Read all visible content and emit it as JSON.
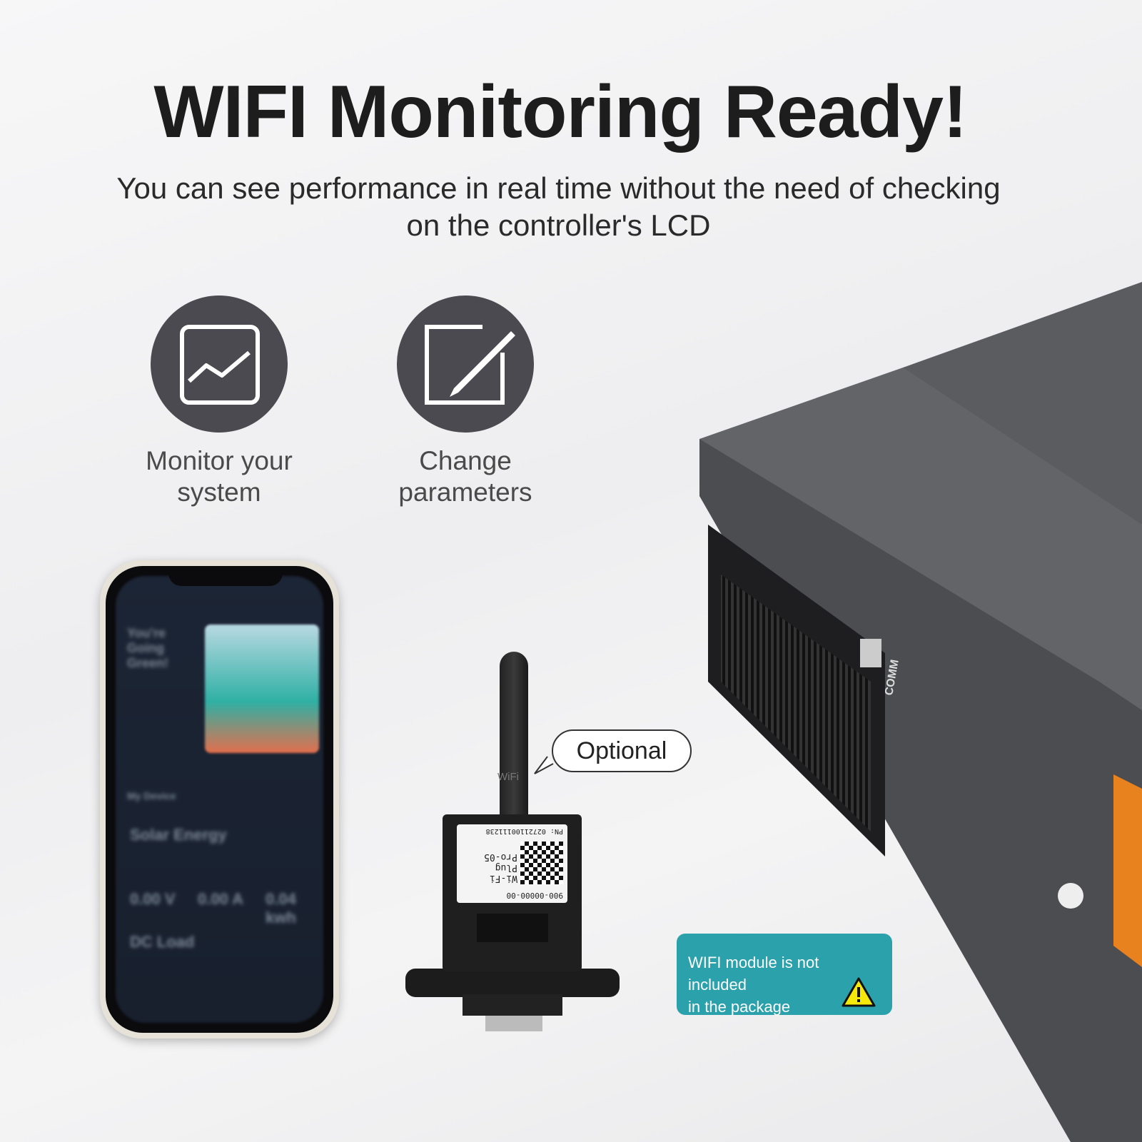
{
  "header": {
    "title": "WIFI Monitoring Ready!",
    "subtitle_line1": "You can see performance in real time without the need of checking",
    "subtitle_line2": "on the controller's LCD"
  },
  "features": [
    {
      "icon": "line-chart-icon",
      "label_line1": "Monitor your",
      "label_line2": "system"
    },
    {
      "icon": "edit-pencil-icon",
      "label_line1": "Change",
      "label_line2": "parameters"
    }
  ],
  "phone": {
    "app_texts": [
      "You're Going Green!",
      "Solar Energy",
      "0.00 V",
      "0.00 A",
      "0.04 kwh",
      "DC Load",
      "My Device"
    ]
  },
  "module": {
    "antenna_label": "WiFi",
    "label_pn": "PN: 02721100111238",
    "label_name": "Wi-Fi Plug Pro-05",
    "label_code": "900-00000-00",
    "callout": "Optional"
  },
  "device": {
    "port_label": "COMM"
  },
  "notice": {
    "text_line1": "WIFI module is not included",
    "text_line2": "in the package",
    "icon": "warning-triangle-icon",
    "bg_color": "#2aa1ab"
  }
}
